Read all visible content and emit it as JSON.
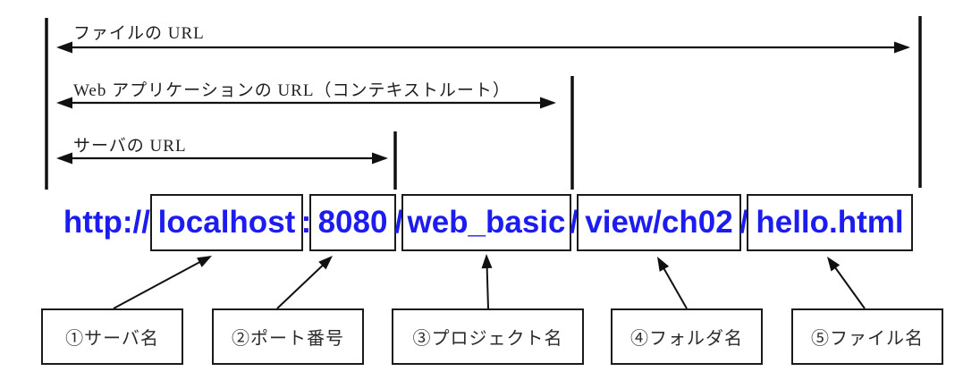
{
  "diagram": {
    "ranges": [
      {
        "label": "ファイルの URL"
      },
      {
        "label": "Web アプリケーションの URL（コンテキストルート）"
      },
      {
        "label": "サーバの URL"
      }
    ],
    "url": {
      "full": "http://localhost:8080/web_basic/view/ch02/hello.html",
      "prefix": "http://",
      "sep_colon": ":",
      "sep_slash": "/",
      "color": "#1c1cf0",
      "segments": [
        {
          "text": "localhost"
        },
        {
          "text": "8080"
        },
        {
          "text": "web_basic"
        },
        {
          "text": "view/ch02"
        },
        {
          "text": "hello.html"
        }
      ]
    },
    "parts": [
      {
        "label": "①サーバ名"
      },
      {
        "label": "②ポート番号"
      },
      {
        "label": "③プロジェクト名"
      },
      {
        "label": "④フォルダ名"
      },
      {
        "label": "⑤ファイル名"
      }
    ]
  }
}
